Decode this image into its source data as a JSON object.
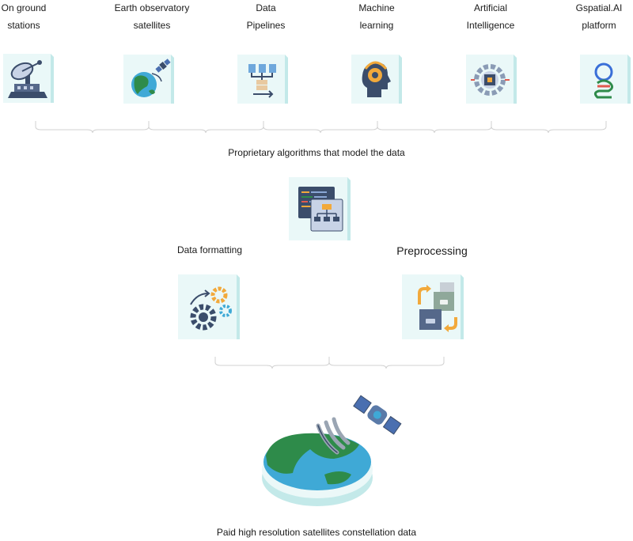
{
  "top_sources": [
    {
      "line1": "On ground",
      "line2": "stations",
      "icon": "ground-station-icon"
    },
    {
      "line1": "Earth observatory",
      "line2": "satellites",
      "icon": "earth-satellite-icon"
    },
    {
      "line1": "Data",
      "line2": "Pipelines",
      "icon": "data-pipeline-icon"
    },
    {
      "line1": "Machine",
      "line2": "learning",
      "icon": "machine-learning-icon"
    },
    {
      "line1": "Artificial",
      "line2": "Intelligence",
      "icon": "ai-chip-icon"
    },
    {
      "line1": "Gspatial.AI",
      "line2": "platform",
      "icon": "gspatial-logo-icon"
    }
  ],
  "algorithms_label": "Proprietary algorithms that model the data",
  "data_formatting_label": "Data formatting",
  "preprocessing_label": "Preprocessing",
  "bottom_label": "Paid high resolution satellites constellation data",
  "colors": {
    "tile_face": "#eaf8f8",
    "tile_side": "#c3e9e9",
    "navy": "#3b4d6b",
    "earth_green": "#2e8b4a",
    "earth_blue": "#3fa9d6",
    "accent_orange": "#f2a93b"
  }
}
